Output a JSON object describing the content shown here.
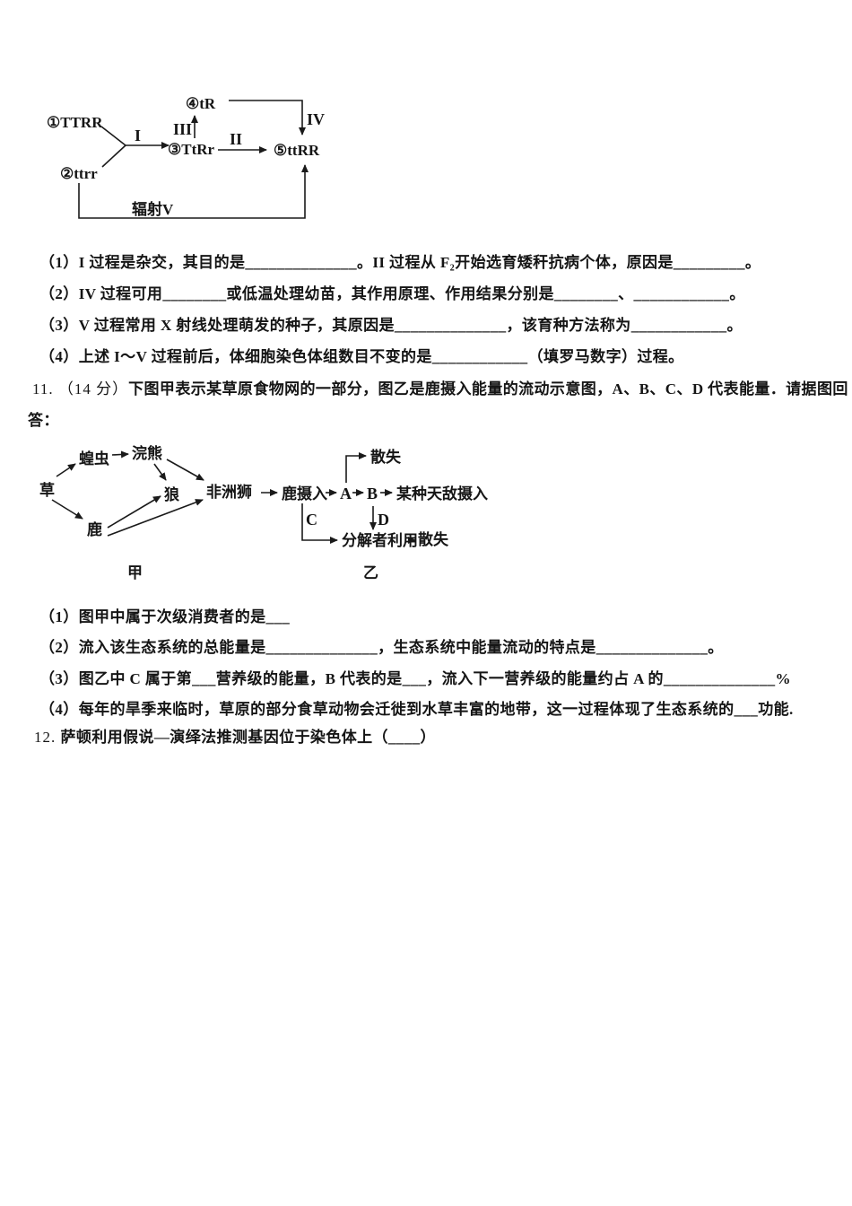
{
  "q10": {
    "diagram": {
      "node1": "①TTRR",
      "node2": "②ttrr",
      "node3": "③TtRr",
      "node4": "④tR",
      "node5": "⑤ttRR",
      "process1": "I",
      "process2": "II",
      "process3": "III",
      "process4": "IV",
      "radiation": "辐射V"
    },
    "items": [
      "（1）I 过程是杂交，其目的是______________。II 过程从 F₂开始选育矮秆抗病个体，原因是_________。",
      "（2）IV 过程可用________或低温处理幼苗，其作用原理、作用结果分别是________、____________。",
      "（3）V 过程常用 X 射线处理萌发的种子，其原因是______________，该育种方法称为____________。",
      "（4）上述 I～V 过程前后，体细胞染色体组数目不变的是____________（填罗马数字）过程。"
    ]
  },
  "q11": {
    "number": "11. （14 分）",
    "header_rest": "下图甲表示某草原食物网的一部分，图乙是鹿摄入能量的流动示意图，A、B、C、D 代表能量．请据图回",
    "header_cont": "答：",
    "foodweb": {
      "grass": "草",
      "locust": "蝗虫",
      "raccoon": "浣熊",
      "wolf": "狼",
      "lion": "非洲狮",
      "deer": "鹿",
      "caption": "甲"
    },
    "energy": {
      "deer_intake": "鹿摄入",
      "A": "A",
      "B": "B",
      "predator_intake": "某种天敌摄入",
      "loss_top": "散失",
      "C": "C",
      "D": "D",
      "decomposer": "分解者利用",
      "loss_bottom": "散失",
      "caption": "乙"
    },
    "items": [
      "（1）图甲中属于次级消费者的是___",
      "（2）流入该生态系统的总能量是______________，生态系统中能量流动的特点是______________。",
      "（3）图乙中 C 属于第___营养级的能量，B 代表的是___，流入下一营养级的能量约占 A 的______________%",
      "（4）每年的旱季来临时，草原的部分食草动物会迁徙到水草丰富的地带，这一过程体现了生态系统的___功能."
    ]
  },
  "q12": {
    "number": "12. ",
    "text": "萨顿利用假说—演绎法推测基因位于染色体上（____）"
  }
}
